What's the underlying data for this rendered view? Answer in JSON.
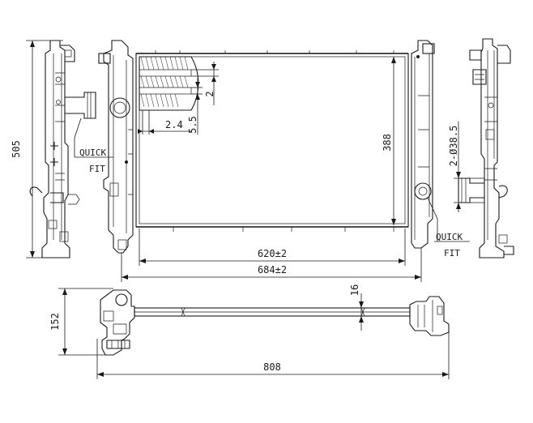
{
  "dimensions": {
    "height_505": "505",
    "height_388": "388",
    "width_620": "620±2",
    "width_684": "684±2",
    "fin_2": "2",
    "fin_2_4": "2.4",
    "fin_5_5": "5.5",
    "pipe_dia": "2-Ø38.5",
    "depth_152": "152",
    "core_16": "16",
    "overall_808": "808"
  },
  "labels": {
    "left_fitting_line1": "QUICK",
    "left_fitting_line2": "FIT",
    "right_fitting_line1": "QUICK",
    "right_fitting_line2": "FIT"
  }
}
